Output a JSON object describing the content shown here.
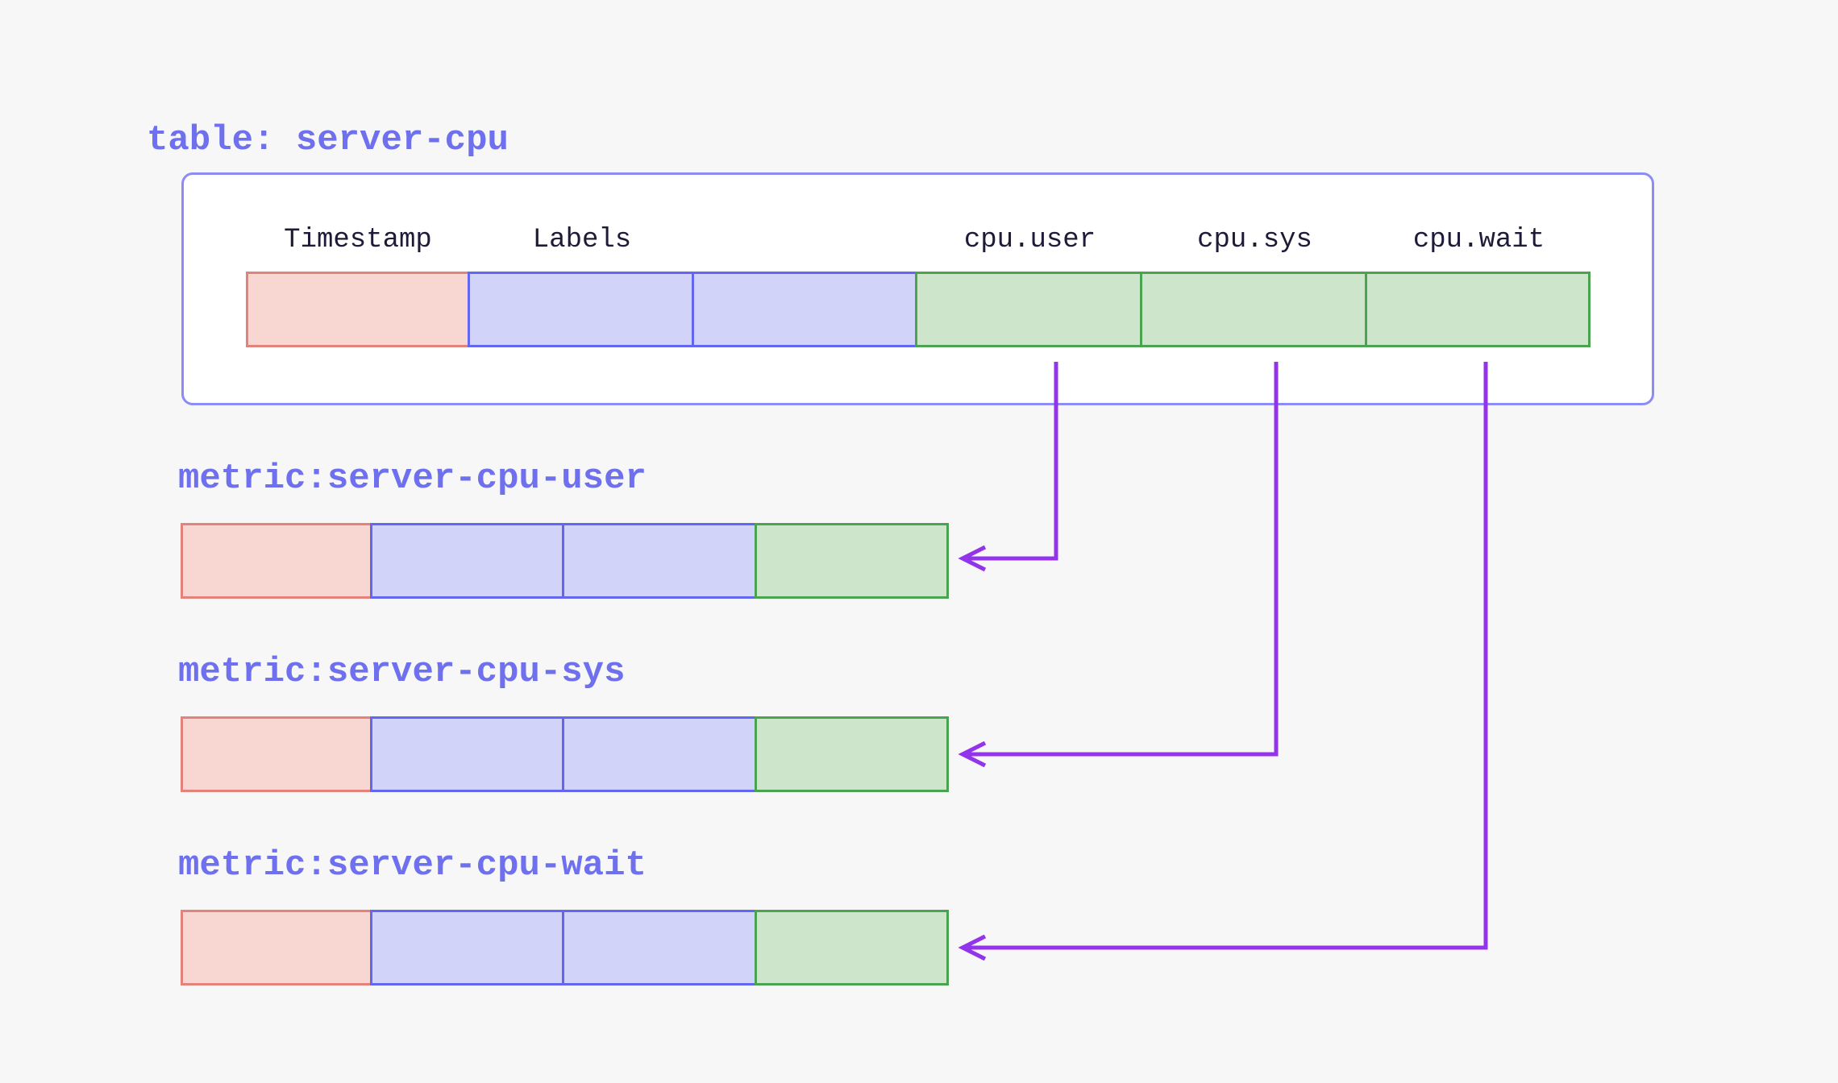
{
  "diagram": {
    "title": "table: server-cpu",
    "table": {
      "columns": [
        "Timestamp",
        "Labels",
        "cpu.user",
        "cpu.sys",
        "cpu.wait"
      ],
      "row_segments": [
        "timestamp",
        "labels",
        "labels",
        "cpu.user",
        "cpu.sys",
        "cpu.wait"
      ]
    },
    "metrics": [
      {
        "label": "metric:server-cpu-user",
        "source_column": "cpu.user"
      },
      {
        "label": "metric:server-cpu-sys",
        "source_column": "cpu.sys"
      },
      {
        "label": "metric:server-cpu-wait",
        "source_column": "cpu.wait"
      }
    ],
    "colors": {
      "page_bg": "#f7f7f8",
      "box_bg": "#ffffff",
      "box_border": "#8b8cf4",
      "accent_text": "#6e70ee",
      "header_text": "#201a38",
      "timestamp_fill": "#f8d7d3",
      "timestamp_border": "#e3827a",
      "labels_fill": "#d2d3f9",
      "labels_border": "#6366f1",
      "value_fill": "#cde5ca",
      "value_border": "#4aa44f",
      "arrow": "#9333ea"
    }
  }
}
